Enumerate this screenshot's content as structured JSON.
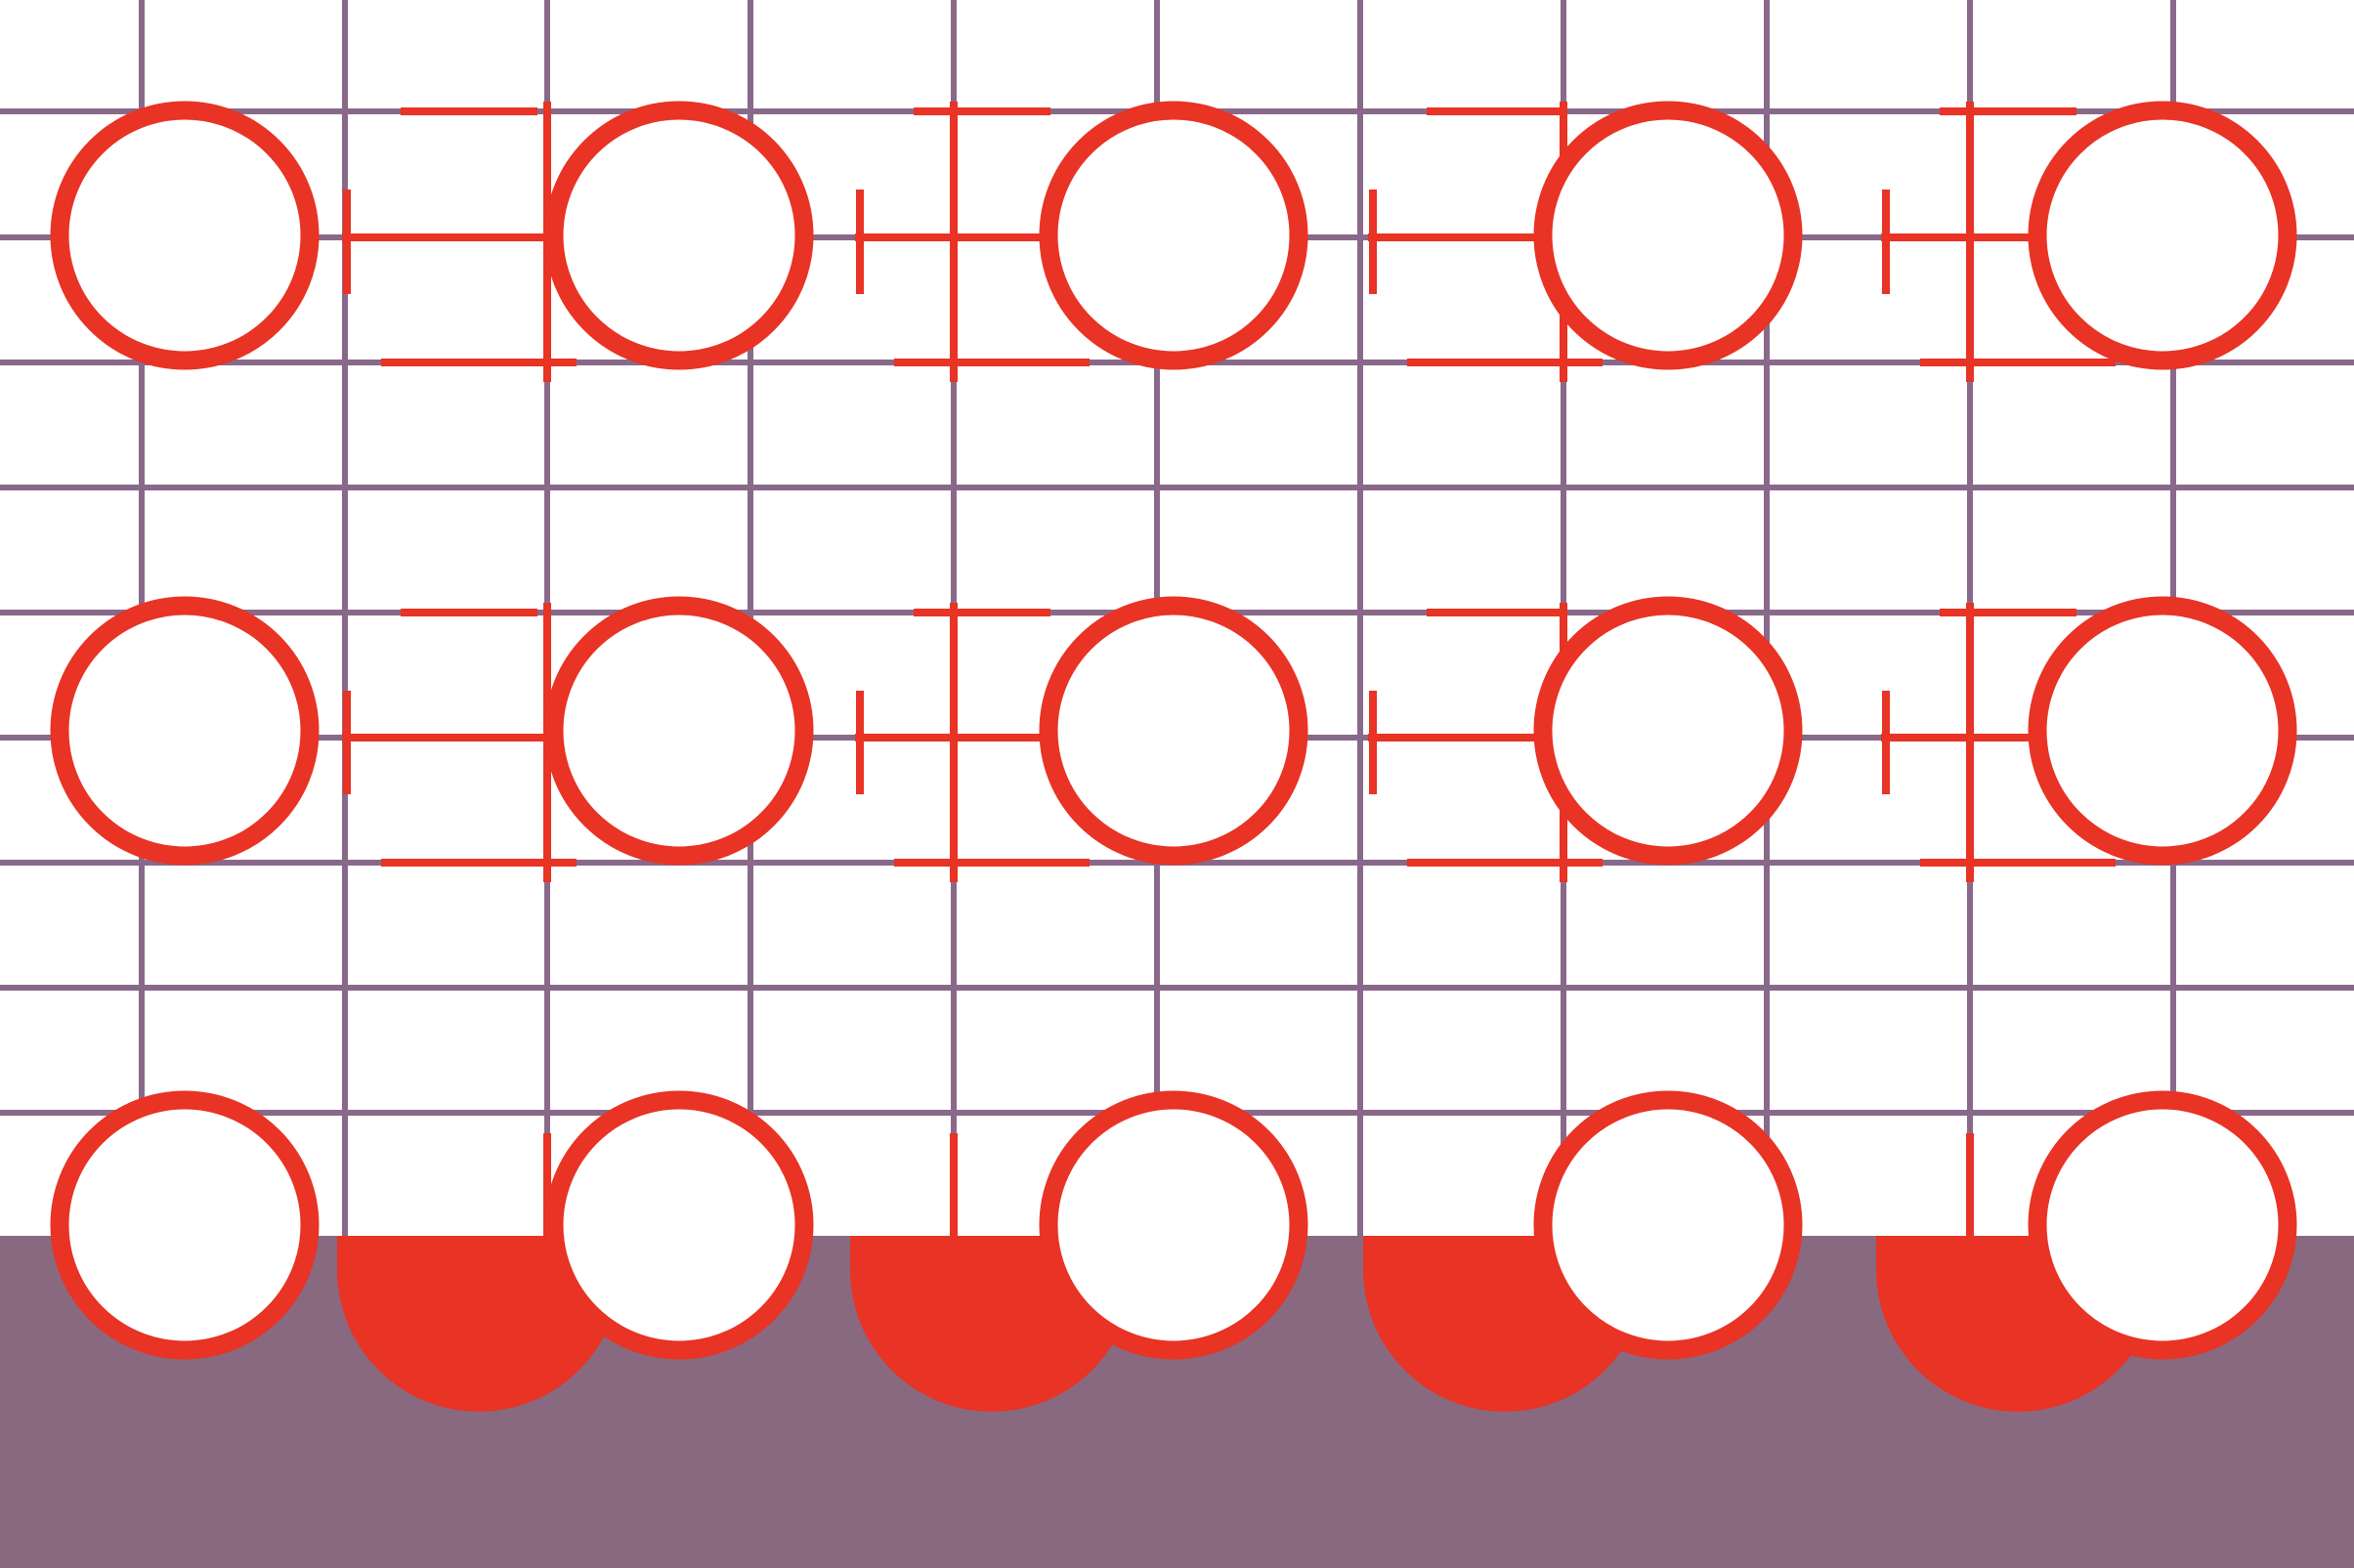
{
  "artwork": {
    "colors": {
      "background": "#ffffff",
      "grid_line": "#89698a",
      "accent_red": "#e83325",
      "band_fill": "#89697f",
      "ring_fill": "#ffffff"
    },
    "rings": {
      "rows": 3,
      "columns": 5,
      "count": 15
    },
    "red_crosses": {
      "rows": 2,
      "columns": 4,
      "count": 8
    },
    "red_half_discs": {
      "count": 4
    },
    "bottom_band": {
      "present": true
    }
  }
}
